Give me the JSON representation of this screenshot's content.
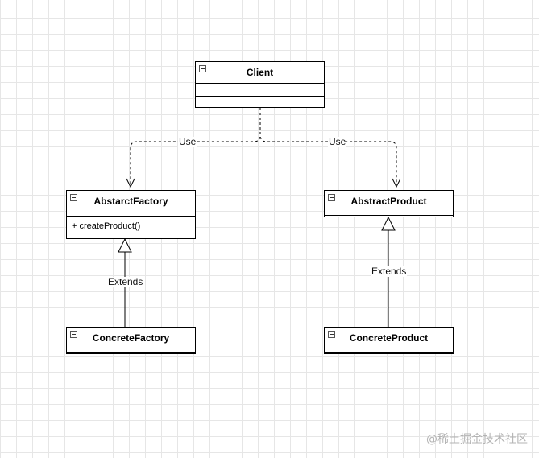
{
  "classes": {
    "client": {
      "name": "Client",
      "methods": []
    },
    "abstract_factory": {
      "name": "AbstarctFactory",
      "methods": [
        "+ createProduct()"
      ]
    },
    "abstract_product": {
      "name": "AbstractProduct",
      "methods": []
    },
    "concrete_factory": {
      "name": "ConcreteFactory",
      "methods": []
    },
    "concrete_product": {
      "name": "ConcreteProduct",
      "methods": []
    }
  },
  "edges": {
    "use_left": "Use",
    "use_right": "Use",
    "extends_left": "Extends",
    "extends_right": "Extends"
  },
  "watermark": "@稀土掘金技术社区"
}
